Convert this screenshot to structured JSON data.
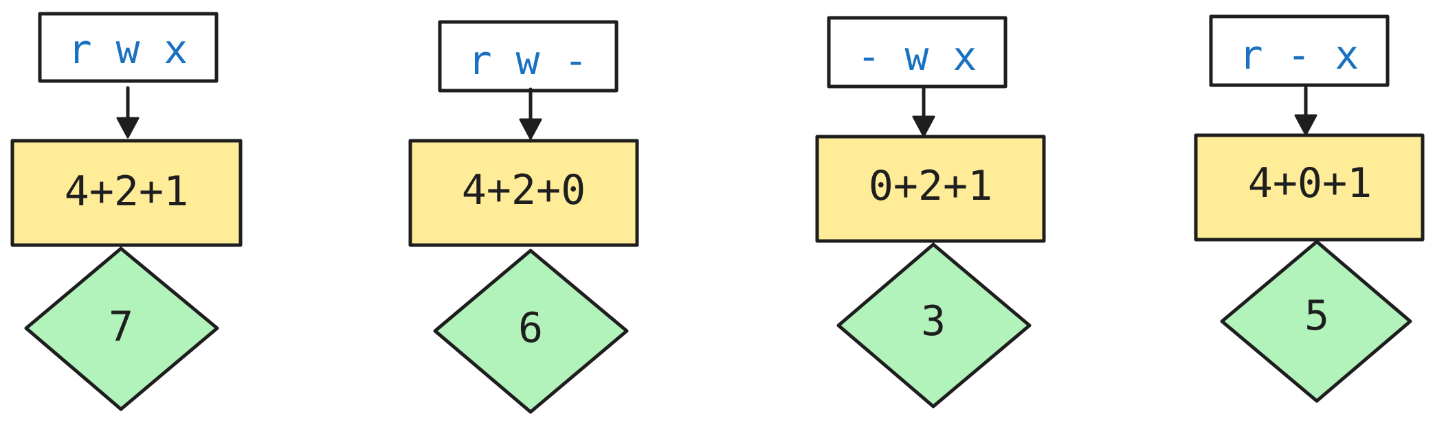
{
  "columns": [
    {
      "permissions": "r w x",
      "sum": "4+2+1",
      "result": "7"
    },
    {
      "permissions": "r w -",
      "sum": "4+2+0",
      "result": "6"
    },
    {
      "permissions": "- w x",
      "sum": "0+2+1",
      "result": "3"
    },
    {
      "permissions": "r - x",
      "sum": "4+0+1",
      "result": "5"
    }
  ]
}
